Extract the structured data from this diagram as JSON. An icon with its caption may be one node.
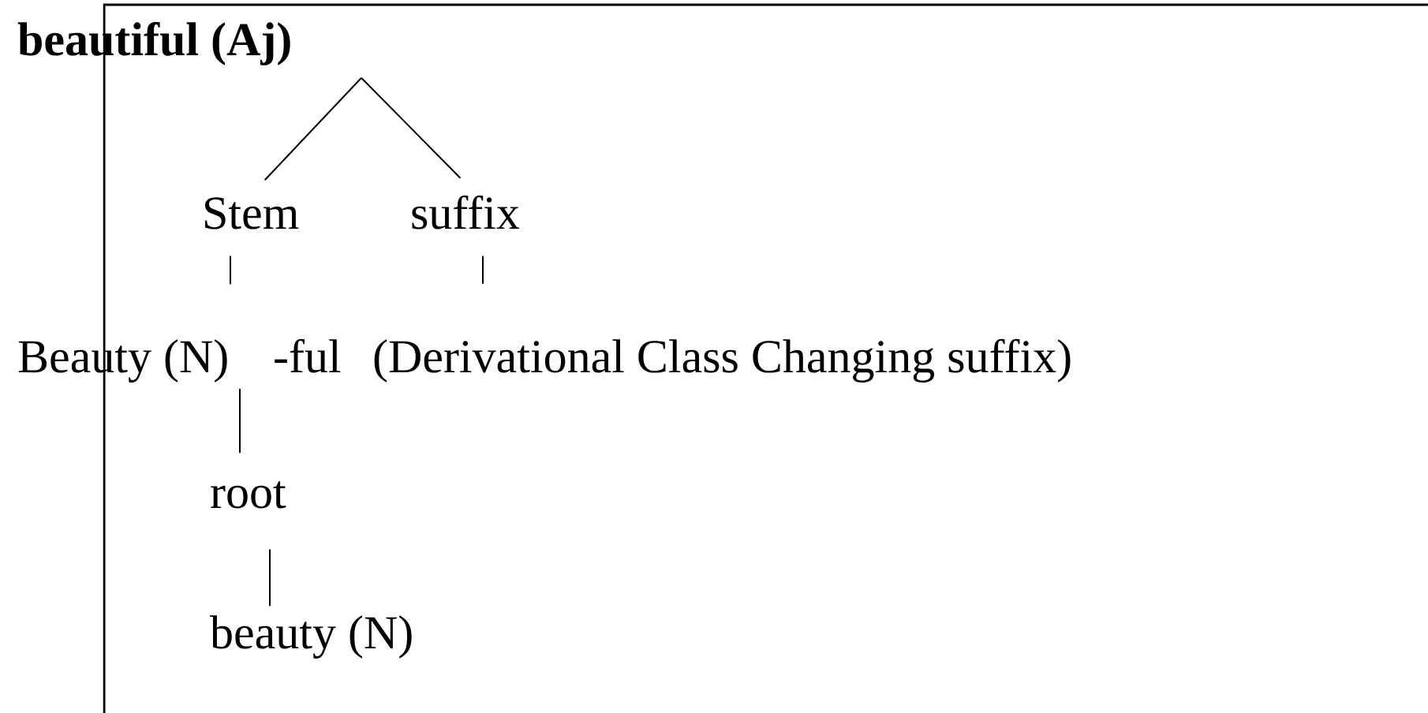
{
  "diagram": {
    "nodes": [
      {
        "text": [
          "beautiful (Aj)"
        ]
      },
      {
        "text": [
          "Stem"
        ]
      },
      {
        "text": [
          "suffix"
        ]
      },
      {
        "text": [
          "Beauty (N)"
        ]
      },
      {
        "text": [
          "-ful",
          "(Derivational Class Changing suffix)"
        ]
      },
      {
        "text": [
          "root"
        ]
      },
      {
        "text": [
          "beauty (N)"
        ]
      }
    ],
    "edges": [
      {
        "from": 0,
        "to": 1,
        "arrow": "none"
      },
      {
        "from": 0,
        "to": 2,
        "arrow": "none"
      },
      {
        "from": 1,
        "to": 3,
        "arrow": "none"
      },
      {
        "from": 2,
        "to": 4,
        "arrow": "none"
      },
      {
        "from": 3,
        "to": 5,
        "arrow": "none"
      },
      {
        "from": 5,
        "to": 6,
        "arrow": "none"
      }
    ]
  }
}
